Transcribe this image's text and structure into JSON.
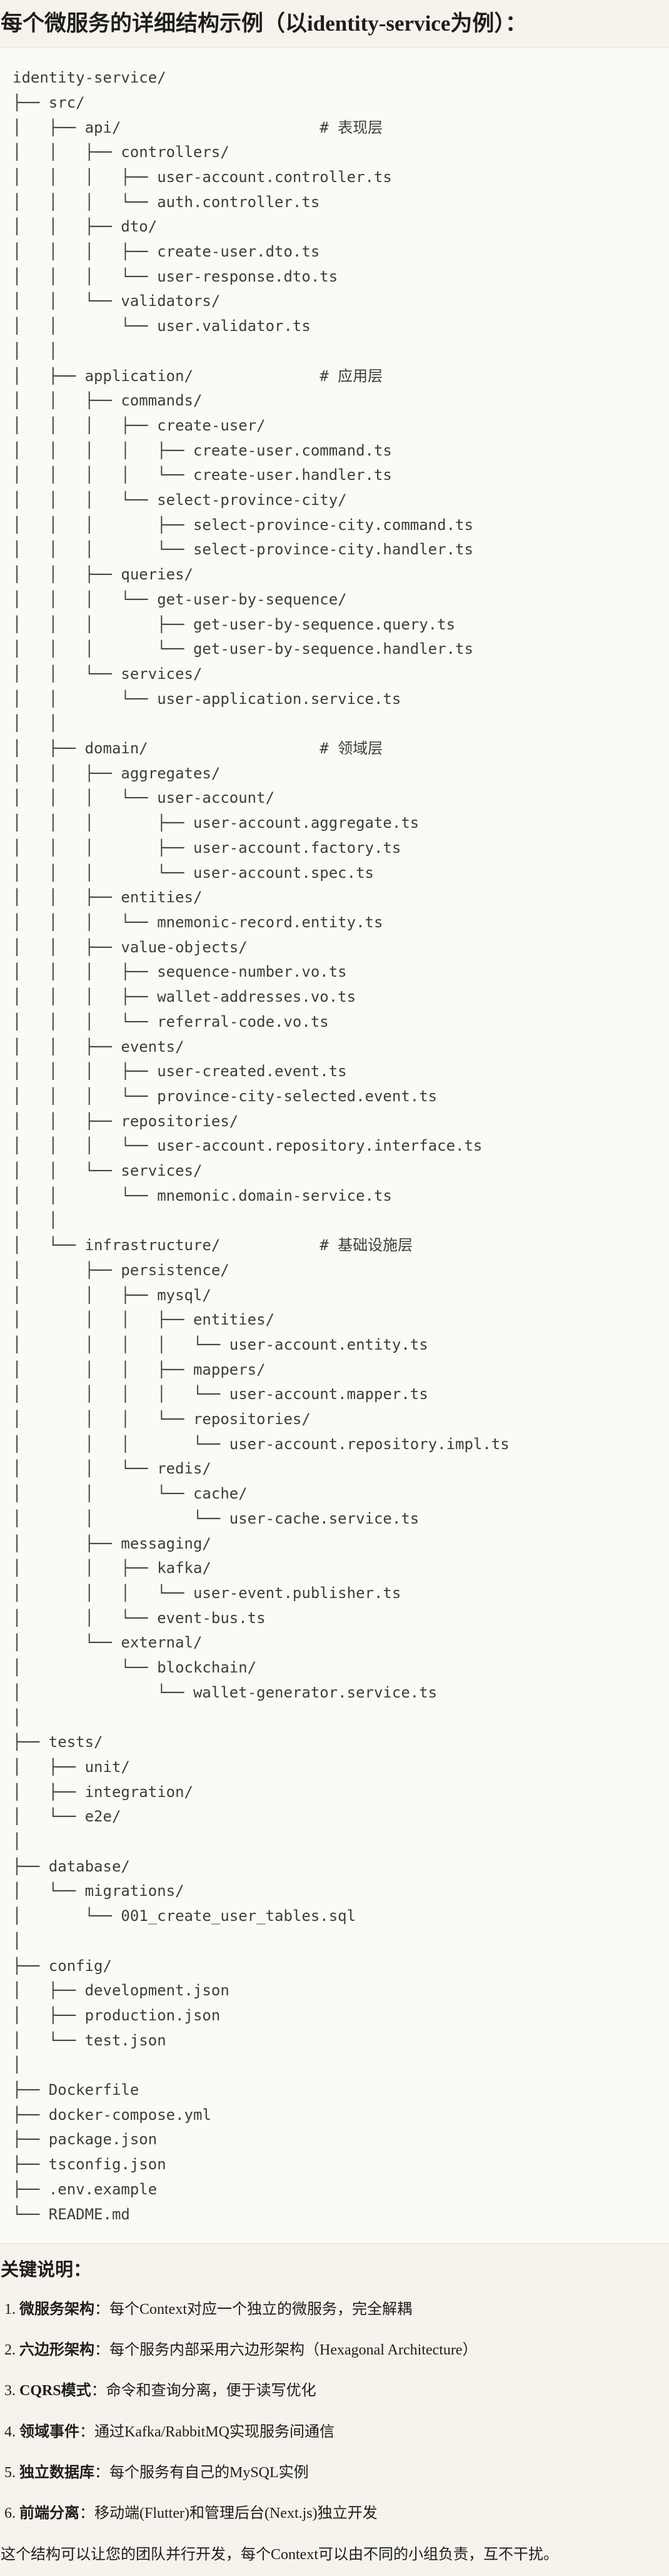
{
  "title": "每个微服务的详细结构示例（以identity-service为例）：",
  "colors": {
    "page_bg": "#F5F3EC",
    "code_bg": "#FBFAF7",
    "border": "#E2E0D8",
    "code_text": "#3E3D3A",
    "body_text": "#1E1D1B"
  },
  "tree": {
    "lines": [
      "identity-service/",
      "├── src/",
      "│   ├── api/                      # 表现层",
      "│   │   ├── controllers/",
      "│   │   │   ├── user-account.controller.ts",
      "│   │   │   └── auth.controller.ts",
      "│   │   ├── dto/",
      "│   │   │   ├── create-user.dto.ts",
      "│   │   │   └── user-response.dto.ts",
      "│   │   └── validators/",
      "│   │       └── user.validator.ts",
      "│   │",
      "│   ├── application/              # 应用层",
      "│   │   ├── commands/",
      "│   │   │   ├── create-user/",
      "│   │   │   │   ├── create-user.command.ts",
      "│   │   │   │   └── create-user.handler.ts",
      "│   │   │   └── select-province-city/",
      "│   │   │       ├── select-province-city.command.ts",
      "│   │   │       └── select-province-city.handler.ts",
      "│   │   ├── queries/",
      "│   │   │   └── get-user-by-sequence/",
      "│   │   │       ├── get-user-by-sequence.query.ts",
      "│   │   │       └── get-user-by-sequence.handler.ts",
      "│   │   └── services/",
      "│   │       └── user-application.service.ts",
      "│   │",
      "│   ├── domain/                   # 领域层",
      "│   │   ├── aggregates/",
      "│   │   │   └── user-account/",
      "│   │   │       ├── user-account.aggregate.ts",
      "│   │   │       ├── user-account.factory.ts",
      "│   │   │       └── user-account.spec.ts",
      "│   │   ├── entities/",
      "│   │   │   └── mnemonic-record.entity.ts",
      "│   │   ├── value-objects/",
      "│   │   │   ├── sequence-number.vo.ts",
      "│   │   │   ├── wallet-addresses.vo.ts",
      "│   │   │   └── referral-code.vo.ts",
      "│   │   ├── events/",
      "│   │   │   ├── user-created.event.ts",
      "│   │   │   └── province-city-selected.event.ts",
      "│   │   ├── repositories/",
      "│   │   │   └── user-account.repository.interface.ts",
      "│   │   └── services/",
      "│   │       └── mnemonic.domain-service.ts",
      "│   │",
      "│   └── infrastructure/           # 基础设施层",
      "│       ├── persistence/",
      "│       │   ├── mysql/",
      "│       │   │   ├── entities/",
      "│       │   │   │   └── user-account.entity.ts",
      "│       │   │   ├── mappers/",
      "│       │   │   │   └── user-account.mapper.ts",
      "│       │   │   └── repositories/",
      "│       │   │       └── user-account.repository.impl.ts",
      "│       │   └── redis/",
      "│       │       └── cache/",
      "│       │           └── user-cache.service.ts",
      "│       ├── messaging/",
      "│       │   ├── kafka/",
      "│       │   │   └── user-event.publisher.ts",
      "│       │   └── event-bus.ts",
      "│       └── external/",
      "│           └── blockchain/",
      "│               └── wallet-generator.service.ts",
      "│",
      "├── tests/",
      "│   ├── unit/",
      "│   ├── integration/",
      "│   └── e2e/",
      "│",
      "├── database/",
      "│   └── migrations/",
      "│       └── 001_create_user_tables.sql",
      "│",
      "├── config/",
      "│   ├── development.json",
      "│   ├── production.json",
      "│   └── test.json",
      "│",
      "├── Dockerfile",
      "├── docker-compose.yml",
      "├── package.json",
      "├── tsconfig.json",
      "├── .env.example",
      "└── README.md"
    ]
  },
  "notes": {
    "title": "关键说明：",
    "colon": "：",
    "items": [
      {
        "num": "1.",
        "term": "微服务架构",
        "desc": "每个Context对应一个独立的微服务，完全解耦"
      },
      {
        "num": "2.",
        "term": "六边形架构",
        "desc": "每个服务内部采用六边形架构（Hexagonal Architecture）"
      },
      {
        "num": "3.",
        "term": "CQRS模式",
        "desc": "命令和查询分离，便于读写优化"
      },
      {
        "num": "4.",
        "term": "领域事件",
        "desc": "通过Kafka/RabbitMQ实现服务间通信"
      },
      {
        "num": "5.",
        "term": "独立数据库",
        "desc": "每个服务有自己的MySQL实例"
      },
      {
        "num": "6.",
        "term": "前端分离",
        "desc": "移动端(Flutter)和管理后台(Next.js)独立开发"
      }
    ]
  },
  "closing": "这个结构可以让您的团队并行开发，每个Context可以由不同的小组负责，互不干扰。"
}
